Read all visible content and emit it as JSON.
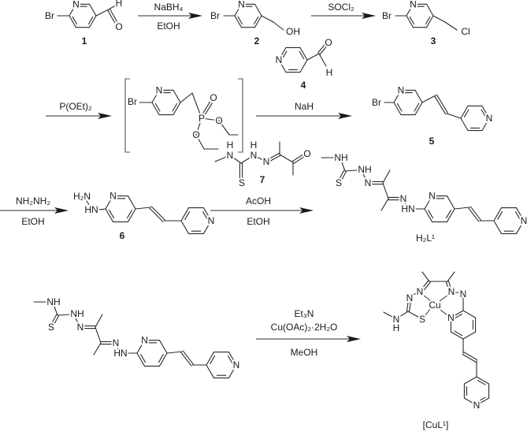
{
  "reagents": {
    "step1_above": "NaBH₄",
    "step1_below": "EtOH",
    "step2_above": "SOCl₂",
    "step3_above": "P(OEt)₂",
    "step4_above": "NaH",
    "step5_above": "NH₂NH₂",
    "step5_below": "EtOH",
    "step6_above": "AcOH",
    "step6_below": "EtOH",
    "step7_above_1": "Et₃N",
    "step7_above_2": "Cu(OAc)₂·2H₂O",
    "step7_below": "MeOH"
  },
  "compounds": {
    "c1": {
      "label": "1",
      "atoms": {
        "br": "Br",
        "n": "N",
        "h": "H",
        "o": "O"
      }
    },
    "c2": {
      "label": "2",
      "atoms": {
        "br": "Br",
        "n": "N",
        "oh": "OH"
      }
    },
    "c3": {
      "label": "3",
      "atoms": {
        "br": "Br",
        "n": "N",
        "cl": "Cl"
      }
    },
    "c4": {
      "label": "4",
      "atoms": {
        "n": "N",
        "o": "O",
        "h": "H"
      }
    },
    "phosphonate": {
      "atoms": {
        "br": "Br",
        "n": "N",
        "p": "P",
        "o1": "O",
        "o2": "O",
        "o3": "O"
      }
    },
    "c5": {
      "label": "5",
      "atoms": {
        "br": "Br",
        "n1": "N",
        "n2": "N"
      }
    },
    "c6": {
      "label": "6",
      "atoms": {
        "h2n": "H₂N",
        "hn": "HN",
        "n1": "N",
        "n2": "N"
      }
    },
    "c7": {
      "label": "7",
      "atoms": {
        "n1": "N",
        "h1": "H",
        "n2": "N",
        "h2": "H",
        "n3": "N",
        "s": "S",
        "o": "O"
      }
    },
    "h2l1": {
      "label": "H₂L¹",
      "atoms": {
        "nh1": "NH",
        "s": "S",
        "nh2": "NH",
        "n1": "N",
        "n2": "N",
        "hn": "HN",
        "n3": "N",
        "n4": "N"
      }
    },
    "cul1": {
      "label": "[CuL¹]",
      "atoms": {
        "n1": "N",
        "n2": "N",
        "n3": "N",
        "n4": "N",
        "cu": "Cu",
        "s": "S",
        "nh_n": "N",
        "nh_h": "H",
        "n5": "N",
        "n6": "N"
      }
    }
  },
  "colors": {
    "ink": "#1a1a1a",
    "bracket": "#555555"
  }
}
